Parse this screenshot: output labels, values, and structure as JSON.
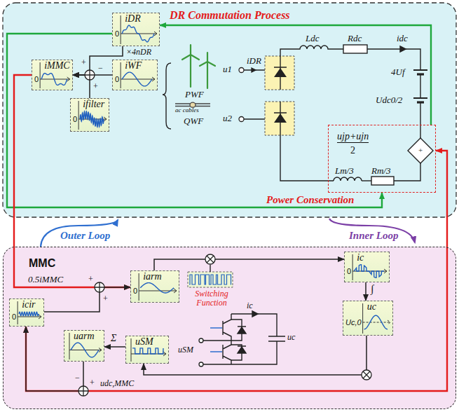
{
  "diagram": {
    "nodes": [
      {
        "text": [
          "iDR",
          "0"
        ]
      },
      {
        "text": [
          "iMMC",
          "0"
        ]
      },
      {
        "text": [
          "iWF",
          "0"
        ]
      },
      {
        "text": [
          "ifilter",
          "0"
        ]
      },
      {
        "text": [
          "ujp+ujn",
          "2"
        ]
      },
      {
        "text": [
          "MMC"
        ]
      },
      {
        "text": [
          "iarm",
          "0"
        ],
        "in": 5
      },
      {
        "text": [
          "ic",
          "0"
        ],
        "in": 5
      },
      {
        "text": [
          "uc",
          "Uc,0"
        ],
        "in": 5
      },
      {
        "text": [
          "icir",
          "0"
        ],
        "in": 5
      },
      {
        "text": [
          "uarm"
        ],
        "in": 5
      },
      {
        "text": [
          "uSM"
        ],
        "in": 5
      }
    ],
    "edges": [
      {
        "from": 0,
        "to": 1,
        "arrow": "to",
        "label": "×4nDR"
      },
      {
        "from": 2,
        "to": 1,
        "arrow": "to"
      },
      {
        "from": 3,
        "to": 1,
        "arrow": "to"
      },
      {
        "from": 4,
        "to": 0,
        "arrow": "to",
        "label": "DR Commutation Process"
      },
      {
        "from": 0,
        "to": 4,
        "arrow": "to",
        "label": "Power Conservation"
      },
      {
        "from": 1,
        "to": 6,
        "arrow": "to",
        "label": "0.5iMMC"
      },
      {
        "from": 9,
        "to": 6,
        "arrow": "to"
      },
      {
        "from": 6,
        "to": 7,
        "arrow": "to"
      },
      {
        "from": 7,
        "to": 8,
        "arrow": "to",
        "label": "∫"
      },
      {
        "from": 8,
        "to": 11,
        "arrow": "to"
      },
      {
        "from": 11,
        "to": 10,
        "arrow": "to",
        "label": "Σ"
      },
      {
        "from": 10,
        "to": 9,
        "arrow": "to"
      },
      {
        "from": 4,
        "to": 9,
        "arrow": "both"
      }
    ],
    "labels": [
      "Outer Loop",
      "Inner Loop",
      "PWF",
      "ac cables",
      "QWF",
      "u1",
      "iDR",
      "u2",
      "Ldc",
      "Rdc",
      "idc",
      "4Uf",
      "Udc0/2",
      "+",
      "Lm/3",
      "Rm/3",
      "+",
      "−",
      "+",
      "+",
      "+",
      "−",
      "+",
      "udc,MMC",
      "Switching Function",
      "ic",
      "uc",
      "uSM"
    ]
  }
}
